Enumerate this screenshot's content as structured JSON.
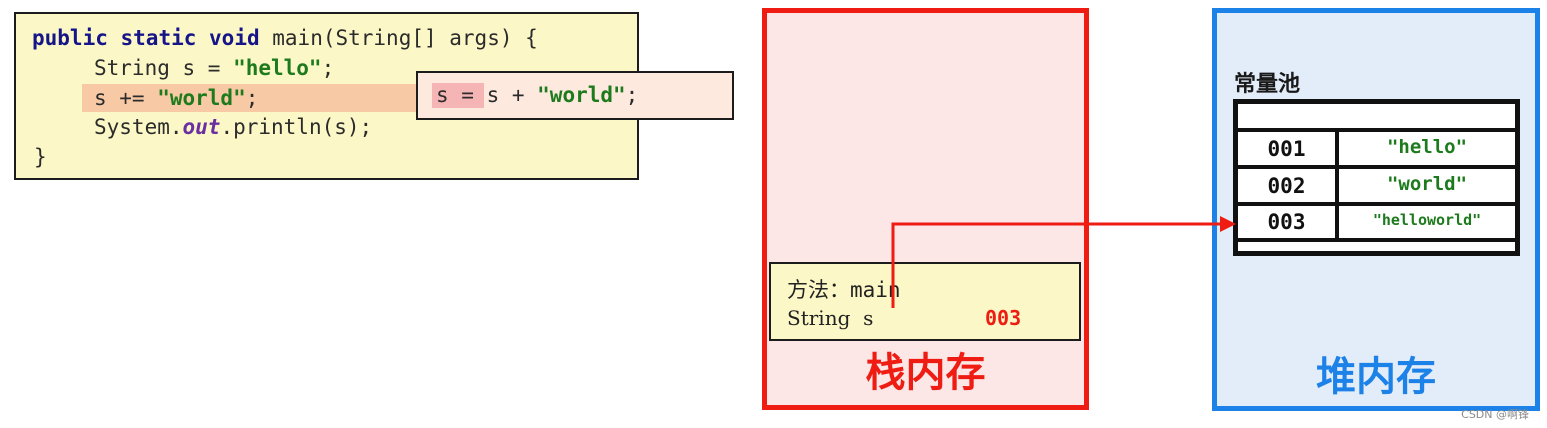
{
  "code": {
    "kw_public": "public",
    "kw_static": "static",
    "kw_void": "void",
    "sig_rest": "main(String[] args) {",
    "line2_pre": "String s = ",
    "line2_str": "\"hello\"",
    "line2_post": ";",
    "line3_pre": "s += ",
    "line3_str": "\"world\"",
    "line3_post": ";",
    "line4_pre": "System.",
    "line4_field": "out",
    "line4_post": ".println(s);",
    "line5": "}"
  },
  "expansion": {
    "lhs": "s =",
    "mid": " s + ",
    "str": "\"world\"",
    "end": ";"
  },
  "stack": {
    "title": "栈内存",
    "frame_label": "方法：main",
    "var_decl": "String  s",
    "var_value": "003"
  },
  "heap": {
    "title": "堆内存",
    "pool_label": "常量池",
    "entries": [
      {
        "addr": "001",
        "value": "\"hello\""
      },
      {
        "addr": "002",
        "value": "\"world\""
      },
      {
        "addr": "003",
        "value": "\"helloworld\""
      }
    ]
  },
  "watermark": "CSDN @啊锋",
  "colors": {
    "stack_red": "#ee1c12",
    "heap_blue": "#1d82e8",
    "string_green": "#1d7a1d"
  }
}
